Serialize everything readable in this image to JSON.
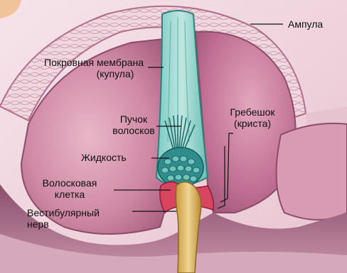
{
  "labels": {
    "ampula": "Ампула",
    "membrane": [
      "Покровная мембрана",
      "(купула)"
    ],
    "bundle": [
      "Пучок",
      "волосков"
    ],
    "crista": [
      "Гребешок",
      "(криста)"
    ],
    "fluid": "Жидкость",
    "hair_cell": [
      "Волосковая",
      "клетка"
    ],
    "nerve": [
      "Вестибулярный",
      "нерв"
    ]
  },
  "colors": {
    "background": "#ffffff",
    "ampulla_wall": "#b9728c",
    "chamber_fluid": "#c97c9c",
    "membrane_wall_light": "#f1d7df",
    "cupula": "#58b6b0",
    "hair_cells": "#2f8e8d",
    "crista": "#d84560",
    "nerve": "#d8b25a",
    "leader_line": "#111111"
  }
}
